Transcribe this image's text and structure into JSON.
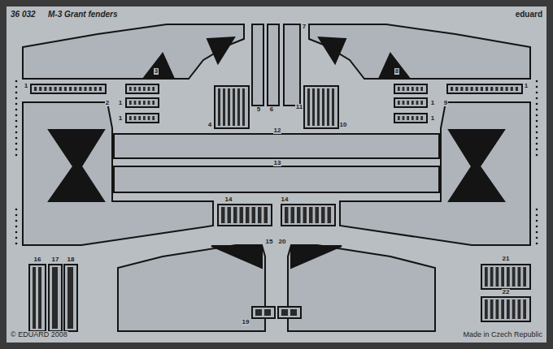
{
  "diagram": {
    "labels": [
      "36 032",
      "M-3 Grant fenders",
      "eduard",
      "7",
      "3",
      "8",
      "1",
      "1",
      "2",
      "1",
      "1",
      "9",
      "1",
      "1",
      "4",
      "5",
      "6",
      "11",
      "10",
      "12",
      "13",
      "14",
      "14",
      "15",
      "20",
      "16",
      "17",
      "18",
      "19",
      "21",
      "22",
      "© EDUARD 2008",
      "Made in Czech Republic"
    ]
  }
}
